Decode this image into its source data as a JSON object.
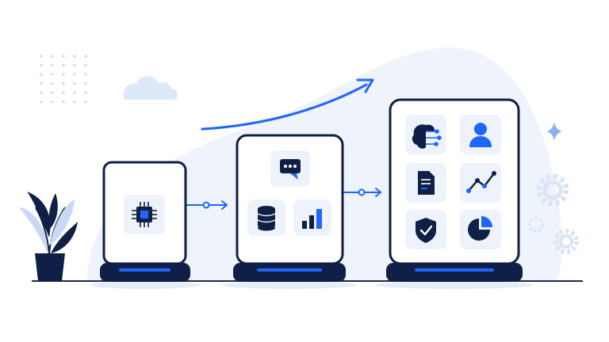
{
  "colors": {
    "navy": "#0f1f45",
    "blue": "#1f66ff",
    "blob": "#eef3fc",
    "light_blue": "#c8d9f5",
    "tile_bg": "#eef3fb",
    "gear": "#d9e5f5",
    "ground": "#1f2a44"
  },
  "stages": [
    {
      "name": "small-device",
      "icons": [
        "chip-icon"
      ]
    },
    {
      "name": "medium-device",
      "icons": [
        "chat-bubble-icon",
        "database-icon",
        "bar-chart-icon"
      ]
    },
    {
      "name": "large-device",
      "icons": [
        "brain-circuit-icon",
        "user-icon",
        "document-icon",
        "line-chart-icon",
        "shield-check-icon",
        "pie-chart-icon"
      ]
    }
  ],
  "decorations": [
    "plant-icon",
    "cloud-icon",
    "dot-grid",
    "sparkle-icon",
    "gear-icon",
    "growth-arrow-icon"
  ]
}
